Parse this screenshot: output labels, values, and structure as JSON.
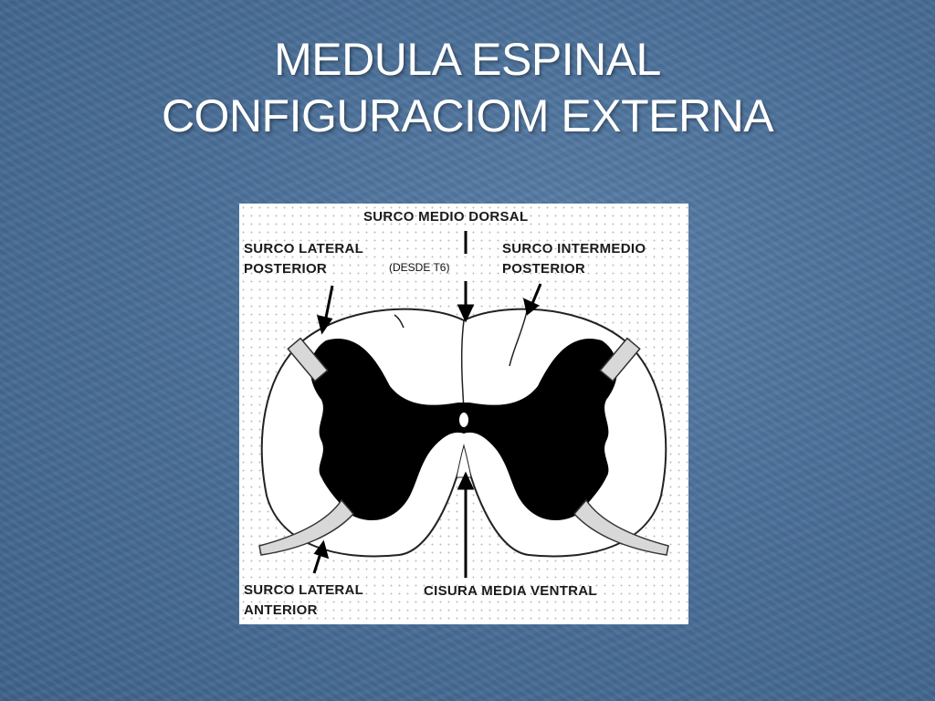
{
  "slide": {
    "title_line1": "MEDULA ESPINAL",
    "title_line2": "CONFIGURACIOM EXTERNA"
  },
  "diagram": {
    "label_top": "SURCO MEDIO DORSAL",
    "label_top_left_1": "SURCO  LATERAL",
    "label_top_left_2": "POSTERIOR",
    "note": "(DESDE T6)",
    "label_top_right_1": "SURCO INTERMEDIO",
    "label_top_right_2": "POSTERIOR",
    "label_bottom_left_1": "SURCO  LATERAL",
    "label_bottom_left_2": "ANTERIOR",
    "label_bottom_right": "CISURA MEDIA VENTRAL"
  }
}
